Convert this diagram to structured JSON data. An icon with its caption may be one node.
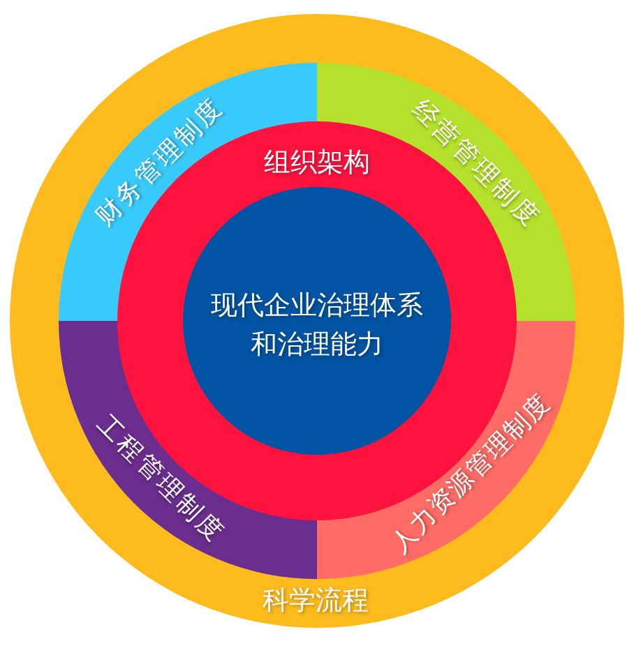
{
  "diagram": {
    "nodes": [
      {
        "text": [
          "科学流程"
        ]
      },
      {
        "text": [
          "财务管理制度"
        ],
        "in": 0
      },
      {
        "text": [
          "经营管理制度"
        ],
        "in": 0
      },
      {
        "text": [
          "组织架构"
        ],
        "in": 0
      },
      {
        "text": [
          "现代企业治理体系和治理能力"
        ],
        "in": 3
      },
      {
        "text": [
          "工程管理制度"
        ],
        "in": 0
      },
      {
        "text": [
          "人力资源管理制度"
        ],
        "in": 0
      }
    ]
  }
}
